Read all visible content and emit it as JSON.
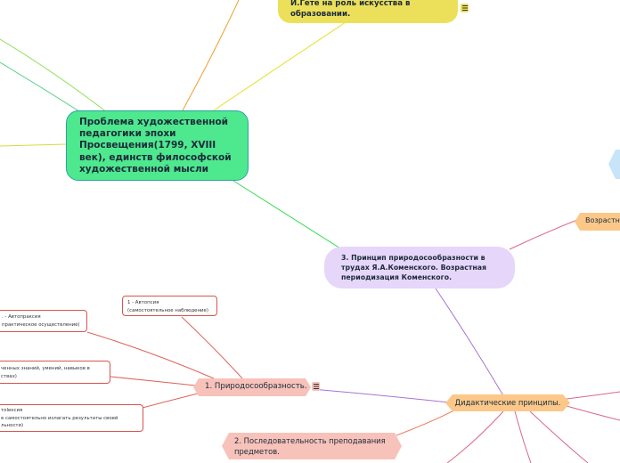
{
  "nodes": {
    "central": "Проблема художественной педагогики эпохи Просвещения(1799, XVIII век), единств философской художественной мысли",
    "goethe": "И.Гете на роль искусства в образовании.",
    "comenius": "3. Принцип природосообразности в трудах Я.А.Коменского. Возрастная периодизация Коменского.",
    "age_partial": "Возрастн",
    "didactic": "Дидактические принципы.",
    "nature_conformity": "1. Природосообразность.",
    "sequence": "2. Последовательность преподавания предметов."
  },
  "boxes": {
    "autopsy": [
      "1 - Автопсия",
      "(самостоятельное наблюдение)"
    ],
    "autopraxia": [
      ". - Автопраксия",
      "практическое осуществление)"
    ],
    "knowledge": [
      "ченных знаний, умений, навыков в",
      "ствах)"
    ],
    "autolexia": [
      "тolексия",
      "е самостоятельно излагать результаты своей",
      "льности)"
    ]
  },
  "icons": [
    "menu-icon",
    "menu-icon"
  ],
  "colors": {
    "central_fill": "#4ee88e",
    "goethe_fill": "#ece05a",
    "comenius_fill": "#e6d6fa",
    "orange_fill": "#fbc88a",
    "pink_fill": "#f7c2ba",
    "box_border": "#d9544c"
  }
}
